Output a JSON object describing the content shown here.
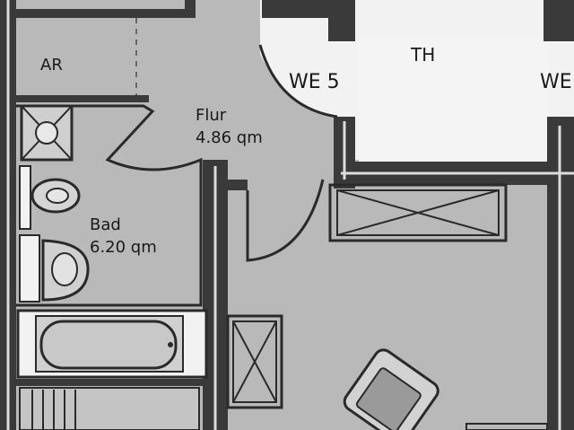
{
  "colors": {
    "paper": "#b9b9b9",
    "stairwell": "#f2f2f2",
    "wall": "#3a3a3a",
    "wall_light": "#d9d9d9",
    "line": "#2a2a2a"
  },
  "rooms": {
    "ar": {
      "label": "AR"
    },
    "stairwell": {
      "label": "TH"
    },
    "flat_5": {
      "label": "WE 5"
    },
    "flat_next": {
      "label": "WE"
    },
    "hall": {
      "name": "Flur",
      "area": "4.86 qm"
    },
    "bath": {
      "name": "Bad",
      "area": "6.20 qm"
    }
  },
  "fixtures": [
    {
      "name": "shower-drain-icon"
    },
    {
      "name": "toilet-icon"
    },
    {
      "name": "washbasin-icon"
    },
    {
      "name": "bathtub-icon"
    },
    {
      "name": "wardrobe-icon"
    },
    {
      "name": "cabinet-icon"
    },
    {
      "name": "armchair-icon"
    },
    {
      "name": "heater-icon"
    }
  ]
}
